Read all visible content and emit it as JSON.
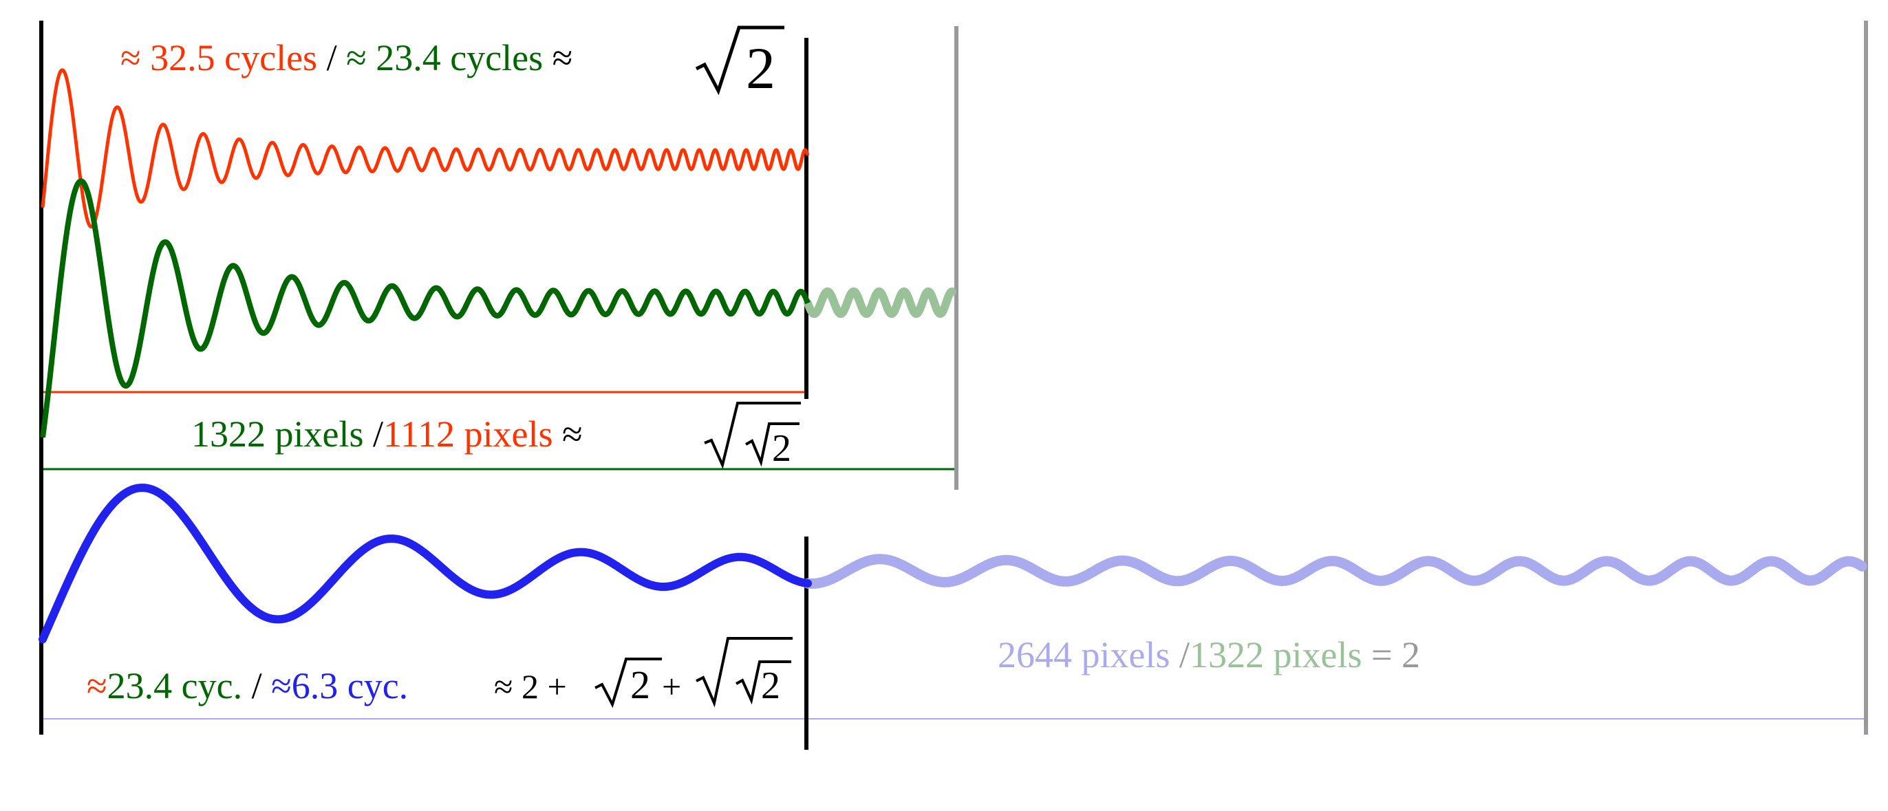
{
  "colors": {
    "red": "#ff3300",
    "green": "#006600",
    "blue": "#2222ee",
    "faint_green": "#99c299",
    "faint_blue": "#aaaaee",
    "gray": "#999999",
    "black": "#000000"
  },
  "waves": {
    "red": {
      "cycles": 32.5
    },
    "green": {
      "cycles": 23.4
    },
    "blue": {
      "cycles": 6.3
    }
  },
  "widths": {
    "red_pixels": 1112,
    "green_pixels": 1322,
    "blue_pixels": 2644
  },
  "labels": {
    "top": {
      "red_part": "≈ 32.5 cycles",
      "slash": " / ",
      "green_part": "≈ 23.4 cycles",
      "approx": " ≈ ",
      "radicand": "2"
    },
    "middle": {
      "green_part": "1322 pixels",
      "slash": " /",
      "red_part": "1112 pixels",
      "approx": " ≈",
      "radicand": "2"
    },
    "bottom_left": {
      "approx_red": "≈",
      "green_part": "23.4 cyc.",
      "slash": " / ",
      "blue_part": "≈6.3 cyc.",
      "formula_start": "≈ 2 + ",
      "radicand1": "2",
      "plus": " + ",
      "radicand2": "2"
    },
    "bottom_right": {
      "blue_part": "2644 pixels",
      "slash": " /",
      "green_part": "1322 pixels",
      "result": " = 2"
    }
  }
}
